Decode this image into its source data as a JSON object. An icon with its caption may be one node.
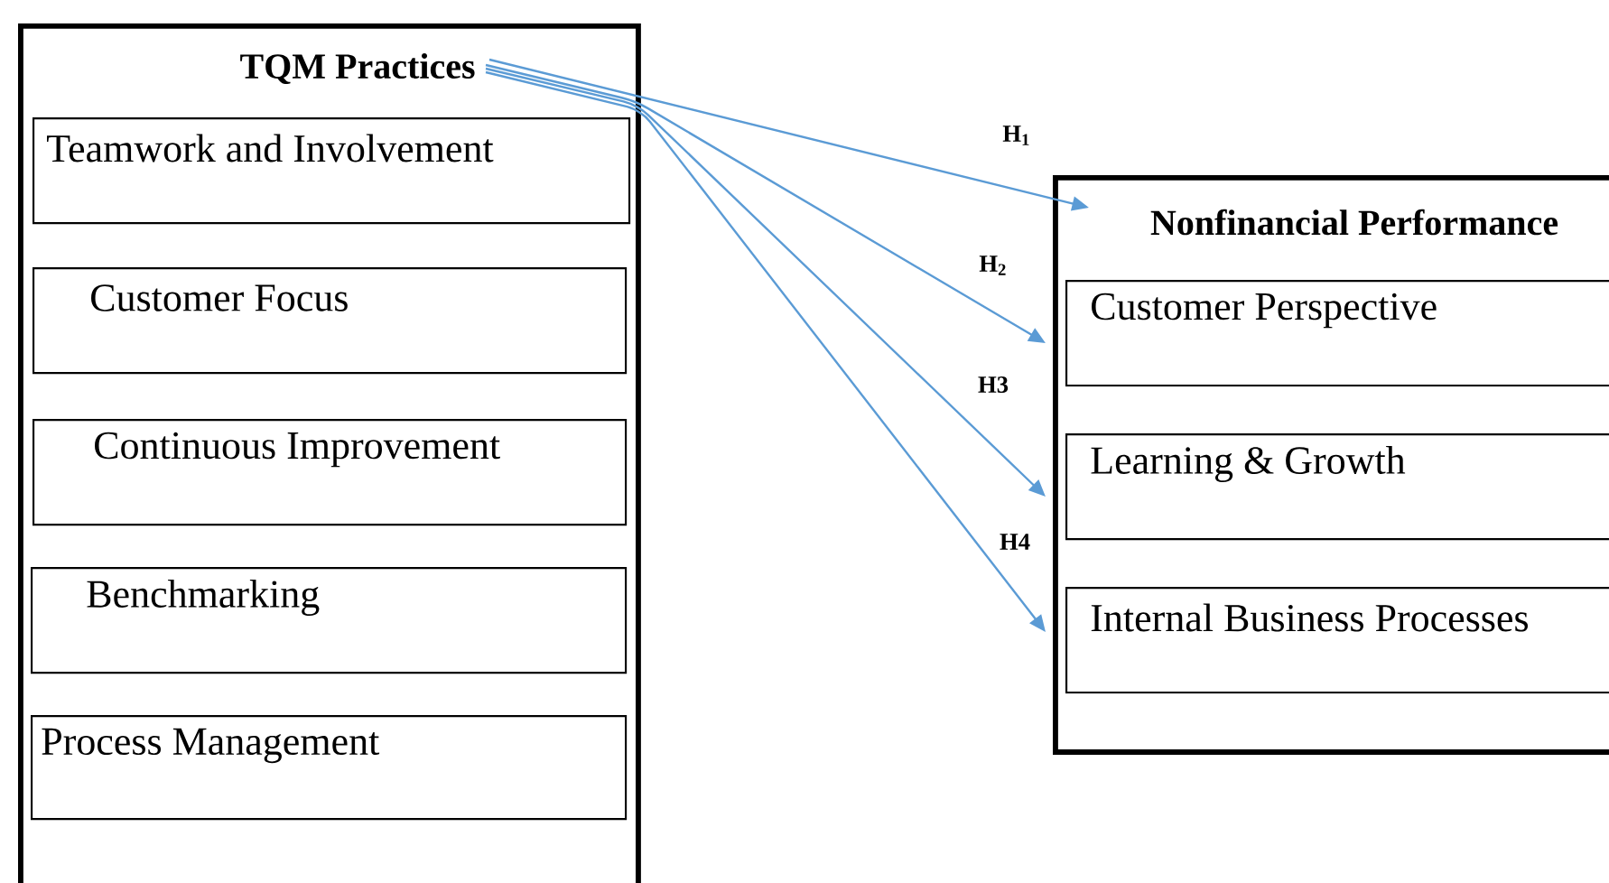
{
  "diagram": {
    "nodes": [
      {
        "text": [
          "TQM Practices"
        ]
      },
      {
        "text": [
          "Teamwork and Involvement"
        ],
        "in": 0
      },
      {
        "text": [
          "Customer Focus"
        ],
        "in": 0
      },
      {
        "text": [
          "Continuous Improvement"
        ],
        "in": 0
      },
      {
        "text": [
          "Benchmarking"
        ],
        "in": 0
      },
      {
        "text": [
          "Process Management"
        ],
        "in": 0
      },
      {
        "text": [
          "Nonfinancial Performance"
        ]
      },
      {
        "text": [
          "Customer Perspective"
        ],
        "in": 6
      },
      {
        "text": [
          "Learning & Growth"
        ],
        "in": 6
      },
      {
        "text": [
          "Internal Business Processes"
        ],
        "in": 6
      }
    ],
    "edges": [
      {
        "from": 0,
        "to": 6,
        "arrow": "to",
        "label": "H$_{1}$"
      },
      {
        "from": 0,
        "to": 7,
        "arrow": "to",
        "label": "H$_{2}$"
      },
      {
        "from": 0,
        "to": 8,
        "arrow": "to",
        "label": "H3"
      },
      {
        "from": 0,
        "to": 9,
        "arrow": "to",
        "label": "H4"
      }
    ]
  }
}
